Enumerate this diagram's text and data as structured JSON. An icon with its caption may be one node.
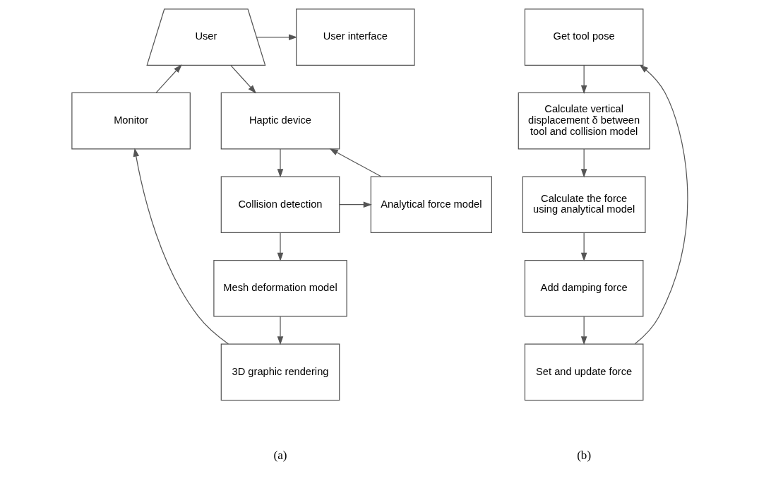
{
  "diagram": {
    "nodes": [
      {
        "text": [
          "User"
        ]
      },
      {
        "text": [
          "User interface"
        ]
      },
      {
        "text": [
          "Monitor"
        ]
      },
      {
        "text": [
          "Haptic device"
        ]
      },
      {
        "text": [
          "Collision detection"
        ]
      },
      {
        "text": [
          "Analytical force model"
        ]
      },
      {
        "text": [
          "3D graphic rendering"
        ]
      },
      {
        "text": [
          "Mesh deformation model"
        ]
      },
      {
        "text": [
          "Get tool pose"
        ]
      },
      {
        "text": [
          "Calculate vertical displacement δ between tool and collision model"
        ]
      },
      {
        "text": [
          "Calculate the force using analytical model"
        ]
      },
      {
        "text": [
          "Add damping force"
        ]
      },
      {
        "text": [
          "Set and update force"
        ]
      }
    ],
    "edges": [
      {
        "from": 2,
        "to": 0,
        "arrow": "to"
      },
      {
        "from": 0,
        "to": 1,
        "arrow": "to"
      },
      {
        "from": 0,
        "to": 3,
        "arrow": "to"
      },
      {
        "from": 3,
        "to": 4,
        "arrow": "to"
      },
      {
        "from": 4,
        "to": 5,
        "arrow": "to"
      },
      {
        "from": 5,
        "to": 3,
        "arrow": "to"
      },
      {
        "from": 4,
        "to": 7,
        "arrow": "to"
      },
      {
        "from": 7,
        "to": 6,
        "arrow": "to"
      },
      {
        "from": 6,
        "to": 2,
        "arrow": "to"
      },
      {
        "from": 8,
        "to": 9,
        "arrow": "to"
      },
      {
        "from": 9,
        "to": 10,
        "arrow": "to"
      },
      {
        "from": 10,
        "to": 11,
        "arrow": "to"
      },
      {
        "from": 11,
        "to": 12,
        "arrow": "to"
      },
      {
        "from": 12,
        "to": 8,
        "arrow": "to"
      }
    ],
    "labels": [
      "(a)",
      "(b)"
    ]
  }
}
